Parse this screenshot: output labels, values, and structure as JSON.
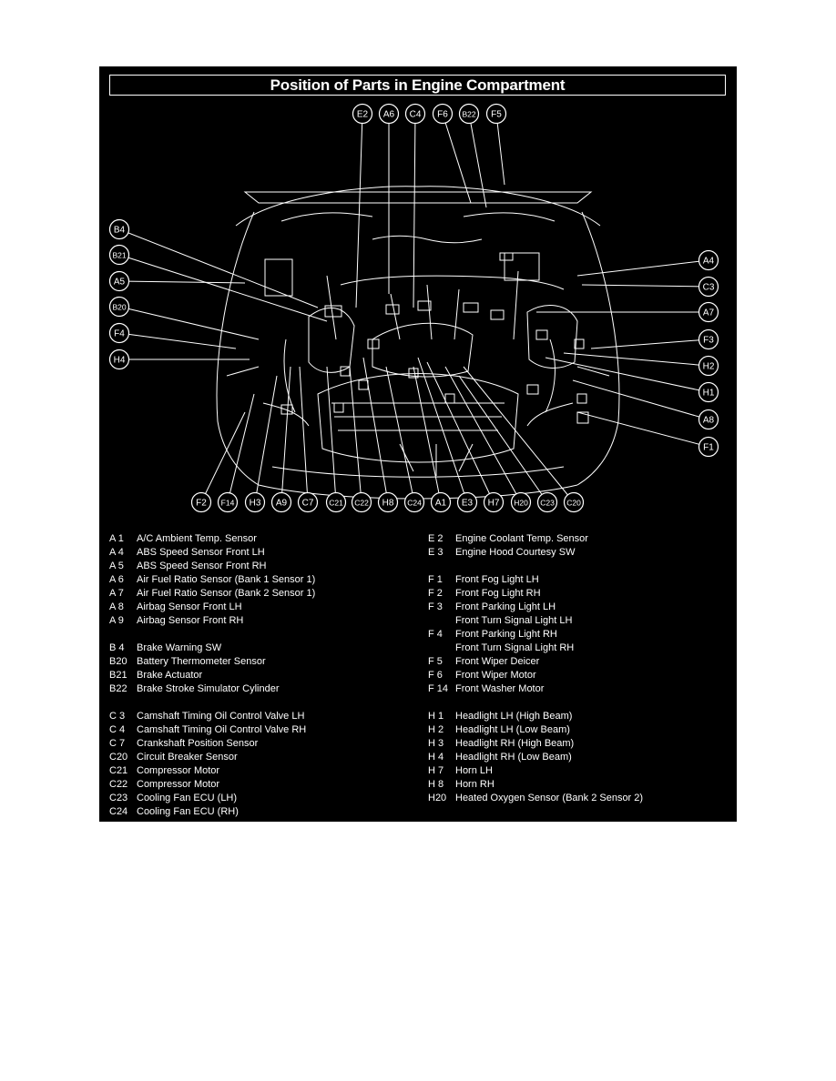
{
  "title": "Position of Parts in Engine Compartment",
  "callouts": {
    "top": [
      "E2",
      "A6",
      "C4",
      "F6",
      "B22",
      "F5"
    ],
    "left": [
      "B4",
      "B21",
      "A5",
      "B20",
      "F4",
      "H4"
    ],
    "right": [
      "A4",
      "C3",
      "A7",
      "F3",
      "H2",
      "H1",
      "A8",
      "F1"
    ],
    "bottom": [
      "F2",
      "F14",
      "H3",
      "A9",
      "C7",
      "C21",
      "C22",
      "H8",
      "C24",
      "A1",
      "E3",
      "H7",
      "H20",
      "C23",
      "C20"
    ]
  },
  "legend_left": [
    {
      "code": "A  1",
      "name": "A/C Ambient Temp. Sensor"
    },
    {
      "code": "A  4",
      "name": "ABS Speed Sensor Front LH"
    },
    {
      "code": "A  5",
      "name": "ABS Speed Sensor Front RH"
    },
    {
      "code": "A  6",
      "name": "Air Fuel Ratio Sensor (Bank 1 Sensor 1)"
    },
    {
      "code": "A  7",
      "name": "Air Fuel Ratio Sensor (Bank 2 Sensor 1)"
    },
    {
      "code": "A  8",
      "name": "Airbag Sensor Front LH"
    },
    {
      "code": "A  9",
      "name": "Airbag Sensor Front RH"
    },
    {
      "code": "",
      "name": ""
    },
    {
      "code": "B  4",
      "name": "Brake Warning SW"
    },
    {
      "code": "B20",
      "name": "Battery Thermometer Sensor"
    },
    {
      "code": "B21",
      "name": "Brake Actuator"
    },
    {
      "code": "B22",
      "name": "Brake Stroke Simulator Cylinder"
    },
    {
      "code": "",
      "name": ""
    },
    {
      "code": "C  3",
      "name": "Camshaft Timing Oil Control Valve LH"
    },
    {
      "code": "C  4",
      "name": "Camshaft Timing Oil Control Valve RH"
    },
    {
      "code": "C  7",
      "name": "Crankshaft Position Sensor"
    },
    {
      "code": "C20",
      "name": "Circuit Breaker Sensor"
    },
    {
      "code": "C21",
      "name": "Compressor Motor"
    },
    {
      "code": "C22",
      "name": "Compressor Motor"
    },
    {
      "code": "C23",
      "name": "Cooling Fan ECU (LH)"
    },
    {
      "code": "C24",
      "name": "Cooling Fan ECU (RH)"
    }
  ],
  "legend_right": [
    {
      "code": "E  2",
      "name": "Engine Coolant Temp. Sensor"
    },
    {
      "code": "E  3",
      "name": "Engine Hood Courtesy SW"
    },
    {
      "code": "",
      "name": ""
    },
    {
      "code": "F  1",
      "name": "Front Fog Light LH"
    },
    {
      "code": "F  2",
      "name": "Front Fog Light RH"
    },
    {
      "code": "F  3",
      "name": "Front Parking Light LH"
    },
    {
      "code": "",
      "name": "Front Turn Signal Light LH"
    },
    {
      "code": "F  4",
      "name": "Front Parking Light RH"
    },
    {
      "code": "",
      "name": "Front Turn Signal Light RH"
    },
    {
      "code": "F  5",
      "name": "Front Wiper Deicer"
    },
    {
      "code": "F  6",
      "name": "Front Wiper Motor"
    },
    {
      "code": "F 14",
      "name": "Front Washer Motor"
    },
    {
      "code": "",
      "name": ""
    },
    {
      "code": "H  1",
      "name": "Headlight LH (High Beam)"
    },
    {
      "code": "H  2",
      "name": "Headlight LH (Low Beam)"
    },
    {
      "code": "H  3",
      "name": "Headlight RH (High Beam)"
    },
    {
      "code": "H  4",
      "name": "Headlight RH (Low Beam)"
    },
    {
      "code": "H  7",
      "name": "Horn LH"
    },
    {
      "code": "H  8",
      "name": "Horn RH"
    },
    {
      "code": "H20",
      "name": "Heated Oxygen Sensor (Bank 2 Sensor 2)"
    }
  ],
  "colors": {
    "background": "#000000",
    "foreground": "#ffffff",
    "page": "#ffffff"
  }
}
